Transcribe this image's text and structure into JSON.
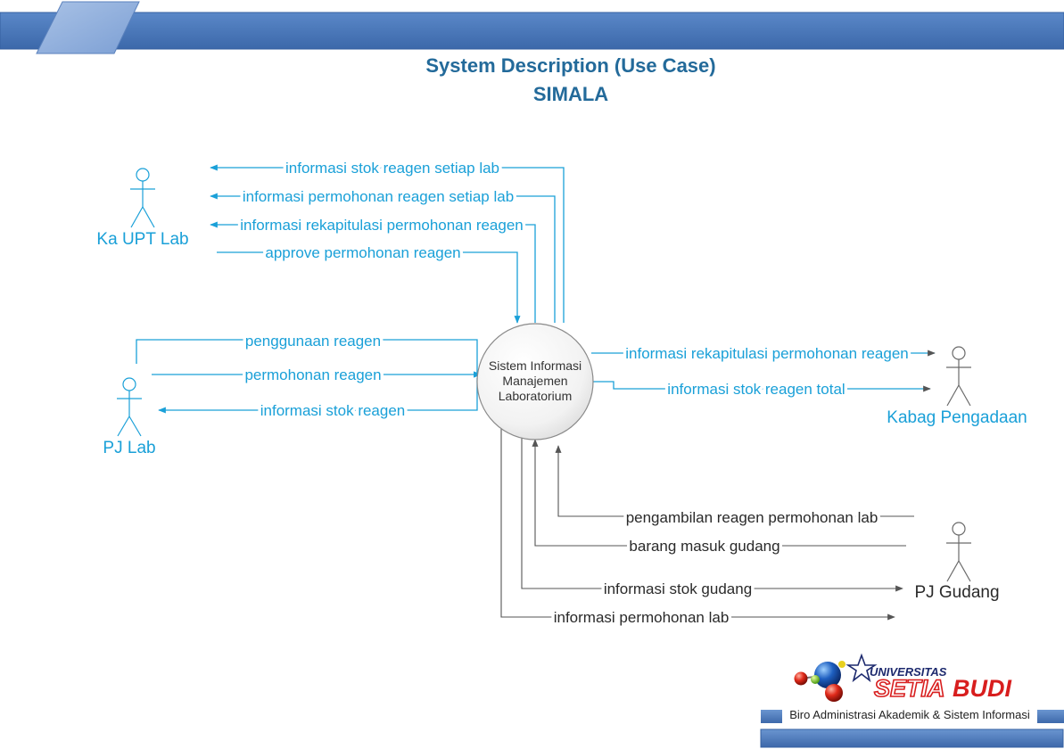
{
  "title": "System Description (Use Case)",
  "subtitle": "SIMALA",
  "system": {
    "lines": [
      "Sistem Informasi",
      "Manajemen",
      "Laboratorium"
    ]
  },
  "actors": {
    "ka_upt_lab": "Ka UPT Lab",
    "pj_lab": "PJ Lab",
    "kabag_pengadaan": "Kabag Pengadaan",
    "pj_gudang": "PJ Gudang"
  },
  "flows": [
    {
      "label": "informasi stok reagen setiap lab"
    },
    {
      "label": "informasi permohonan reagen setiap lab"
    },
    {
      "label": "informasi rekapitulasi permohonan reagen"
    },
    {
      "label": "approve permohonan reagen"
    },
    {
      "label": "penggunaan reagen"
    },
    {
      "label": "permohonan reagen"
    },
    {
      "label": "informasi stok reagen"
    },
    {
      "label": "informasi rekapitulasi permohonan reagen"
    },
    {
      "label": "informasi stok reagen total"
    },
    {
      "label": "pengambilan reagen permohonan lab"
    },
    {
      "label": "barang masuk gudang"
    },
    {
      "label": "informasi stok gudang"
    },
    {
      "label": "informasi permohonan lab"
    }
  ],
  "logo": {
    "top": "UNIVERSITAS",
    "word1": "SETIA",
    "word2": "BUDI",
    "caption": "Biro Administrasi Akademik & Sistem Informasi"
  },
  "colors": {
    "title": "#236a9a",
    "accent_flow": "#1aa0d8",
    "dark_flow": "#555555",
    "header": "#4a7cc0",
    "logo_red": "#d81e1e",
    "logo_navy": "#1d2a6e"
  }
}
